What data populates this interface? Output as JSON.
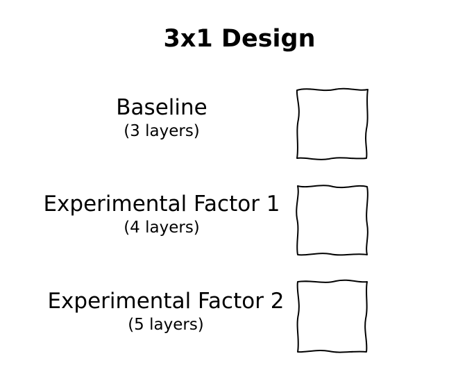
{
  "diagram": {
    "title": "3x1 Design",
    "rows": [
      {
        "label": "Baseline",
        "note": "(3 layers)"
      },
      {
        "label": "Experimental Factor 1",
        "note": "(4 layers)"
      },
      {
        "label": "Experimental Factor 2",
        "note": "(5 layers)"
      }
    ]
  }
}
